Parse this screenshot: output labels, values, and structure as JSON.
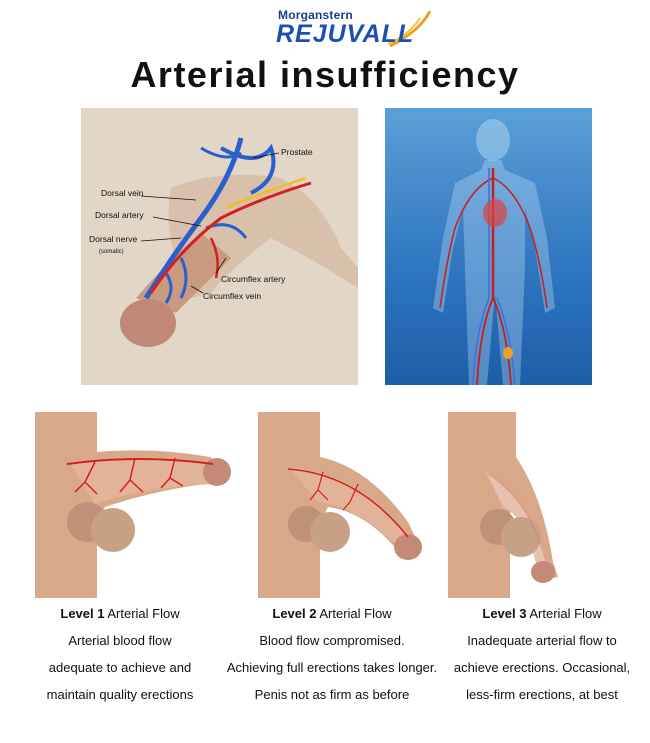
{
  "brand": {
    "top": "Morganstern",
    "main": "REJUVALL"
  },
  "title": "Arterial insufficiency",
  "anatomy_labels": {
    "prostate": "Prostate",
    "dorsal_vein": "Dorsal vein",
    "dorsal_artery": "Dorsal artery",
    "dorsal_nerve": "Dorsal nerve",
    "somatic": "(somatic)",
    "circumflex_artery": "Circumflex artery",
    "circumflex_vein": "Circumflex vein"
  },
  "levels": [
    {
      "level": "Level 1",
      "flow": "Arterial Flow",
      "lines": [
        "Arterial blood flow",
        "adequate to achieve and",
        "maintain quality erections"
      ]
    },
    {
      "level": "Level 2",
      "flow": "Arterial Flow",
      "lines": [
        "Blood flow compromised.",
        "Achieving full erections takes longer.",
        "Penis not as firm as before"
      ]
    },
    {
      "level": "Level 3",
      "flow": "Arterial Flow",
      "lines": [
        "Inadequate arterial flow to",
        "achieve erections. Occasional,",
        "less-firm erections, at best"
      ]
    }
  ],
  "colors": {
    "brand_blue": "#1d4fb0",
    "artery_red": "#d42020",
    "vein_blue": "#2a5fd0",
    "skin": "#d8a888",
    "panel_beige": "#e2d6c6"
  }
}
